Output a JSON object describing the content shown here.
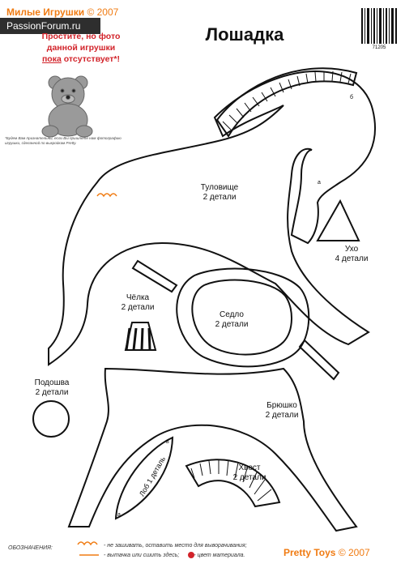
{
  "header": {
    "watermark": "PassionForum.ru",
    "brand": "Милые Игрушки",
    "brand_year": "© 2007",
    "notice_line1": "Простите, но фото",
    "notice_line2": "данной игрушки",
    "notice_line3_u": "пока",
    "notice_line3_rest": " отсутствует*!",
    "bear_note": "*Будем Вам признательны, если Вы пришлете нам фотографию игрушки, сделанной по выкройкам Pretty.",
    "title": "Лошадка",
    "code": "71205"
  },
  "parts": {
    "body": {
      "name": "Туловище",
      "count": "2 детали"
    },
    "ear": {
      "name": "Ухо",
      "count": "4 детали"
    },
    "forelock": {
      "name": "Чёлка",
      "count": "2 детали"
    },
    "saddle": {
      "name": "Седло",
      "count": "2 детали"
    },
    "sole": {
      "name": "Подошва",
      "count": "2 детали"
    },
    "belly": {
      "name": "Брюшко",
      "count": "2 детали"
    },
    "forehead": {
      "name": "Лоб 1 деталь"
    },
    "tail": {
      "name": "Хвост",
      "count": "2 детали"
    }
  },
  "marks": {
    "a": "а",
    "b": "б",
    "v": "в"
  },
  "footer": {
    "legend_title": "ОБОЗНАЧЕНИЯ:",
    "legend_1": "- не зашивать, оставить место для выворачивания;",
    "legend_2": "- вытачка или сшить здесь;",
    "legend_3": "- цвет материала.",
    "brand": "Pretty Toys",
    "brand_year": "© 2007"
  },
  "colors": {
    "accent": "#f07b12",
    "notice": "#d2232a",
    "outline": "#111111"
  }
}
